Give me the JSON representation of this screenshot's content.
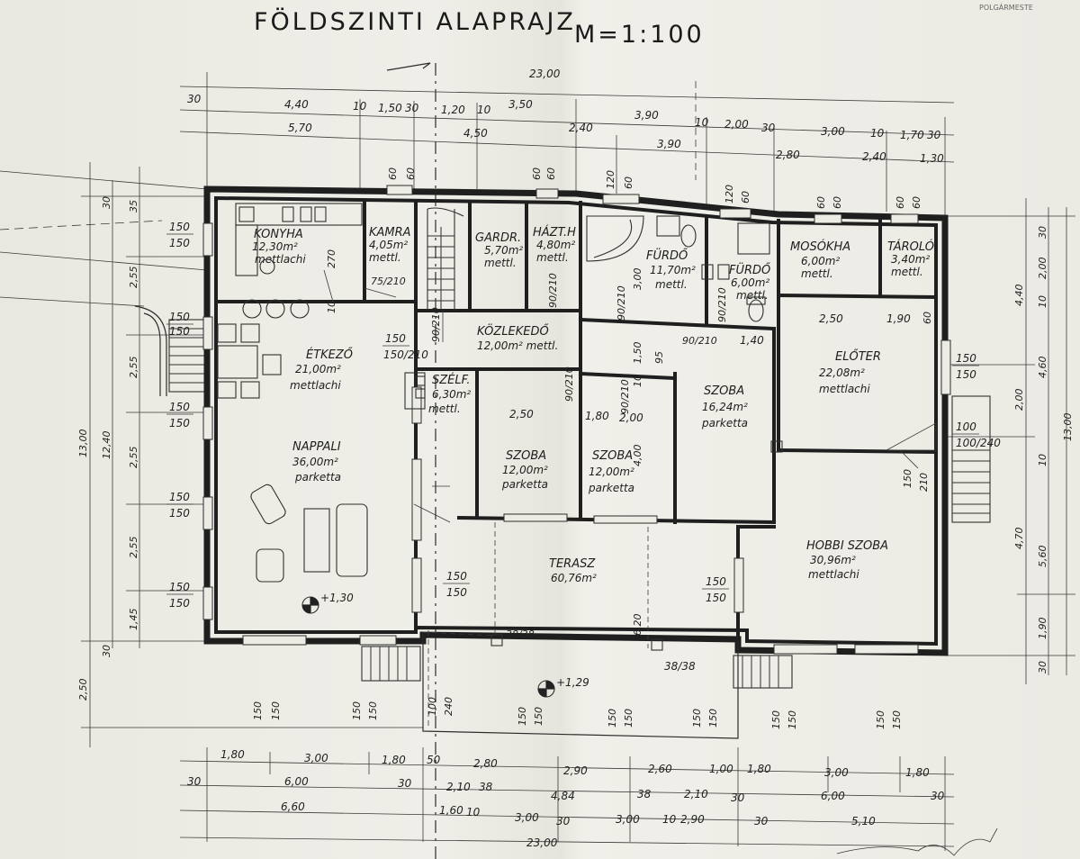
{
  "title": "FÖLDSZINTI ALAPRAJZ",
  "scale": "M=1:100",
  "stamp": "POLGÁRMESTE",
  "rooms": [
    {
      "id": "konyha",
      "name": "KONYHA",
      "area": "12,30m²",
      "material": "mettlachi"
    },
    {
      "id": "kamra",
      "name": "KAMRA",
      "area": "4,05m²",
      "material": "mettl."
    },
    {
      "id": "gardr",
      "name": "GARDR.",
      "area": "5,70m²",
      "material": "mettl."
    },
    {
      "id": "haztb",
      "name": "HÁZT.H",
      "area": "4,80m²",
      "material": "mettl."
    },
    {
      "id": "furdo1",
      "name": "FÜRDŐ",
      "area": "11,70m²",
      "material": "mettl."
    },
    {
      "id": "furdo2",
      "name": "FÜRDŐ",
      "area": "6,00m²",
      "material": "mettl."
    },
    {
      "id": "mosokha",
      "name": "MOSÓKHA",
      "area": "6,00m²",
      "material": "mettl."
    },
    {
      "id": "tarolo",
      "name": "TÁROLÓ",
      "area": "3,40m²",
      "material": "mettl."
    },
    {
      "id": "etkezo",
      "name": "ÉTKEZŐ",
      "area": "21,00m²",
      "material": "mettlachi"
    },
    {
      "id": "kozlekedo",
      "name": "KÖZLEKEDŐ",
      "area": "12,00m² mettl.",
      "material": ""
    },
    {
      "id": "szelf",
      "name": "SZÉLF.",
      "area": "6,30m²",
      "material": "mettl."
    },
    {
      "id": "szoba1",
      "name": "SZOBA",
      "area": "12,00m²",
      "material": "parketta"
    },
    {
      "id": "szoba2",
      "name": "SZOBA",
      "area": "12,00m²",
      "material": "parketta"
    },
    {
      "id": "szoba3",
      "name": "SZOBA",
      "area": "16,24m²",
      "material": "parketta"
    },
    {
      "id": "eloter",
      "name": "ELŐTER",
      "area": "22,08m²",
      "material": "mettlachi"
    },
    {
      "id": "nappali",
      "name": "NAPPALI",
      "area": "36,00m²",
      "material": "parketta"
    },
    {
      "id": "terasz",
      "name": "TERASZ",
      "area": "60,76m²",
      "material": ""
    },
    {
      "id": "hobbi",
      "name": "HOBBI SZOBA",
      "area": "30,96m²",
      "material": "mettlachi"
    }
  ],
  "levels": {
    "nappali": "+1,30",
    "terasz": "+1,29"
  },
  "dimensions": {
    "top_total": "23,00",
    "top_row1": [
      "30",
      "4,40",
      "10",
      "1,50",
      "30",
      "1,20",
      "10",
      "3,50",
      "3,90",
      "10",
      "2,00",
      "30",
      "3,00",
      "10",
      "1,70",
      "30"
    ],
    "top_row2": [
      "5,70",
      "4,50",
      "2,40",
      "3,90",
      "2,80",
      "2,40",
      "1,30"
    ],
    "top_heights": [
      "60",
      "60",
      "60",
      "60",
      "120",
      "60",
      "120",
      "60",
      "60",
      "60",
      "60",
      "60"
    ],
    "bottom_row1": [
      "1,80",
      "3,00",
      "1,80",
      "50",
      "2,80",
      "2,90",
      "2,60",
      "1,00",
      "1,80",
      "3,00",
      "1,80"
    ],
    "bottom_row2": [
      "30",
      "6,00",
      "30",
      "2,10",
      "38",
      "4,84",
      "38",
      "2,10",
      "30",
      "6,00",
      "30"
    ],
    "bottom_row3": [
      "6,60",
      "1,60",
      "10",
      "3,00",
      "30",
      "3,00",
      "10",
      "2,90",
      "30",
      "5,10"
    ],
    "bottom_total": "23,00",
    "bottom_heights": [
      "150",
      "150",
      "150",
      "150",
      "100",
      "240",
      "150",
      "150",
      "150",
      "150",
      "150",
      "150"
    ],
    "left_outer": [
      "30",
      "35",
      "2,55",
      "2,55",
      "2,55",
      "2,55",
      "1,45",
      "30",
      "2,50"
    ],
    "left_mid": [
      "12,40",
      "13,00"
    ],
    "right_outer": [
      "30",
      "2,00",
      "10",
      "4,60",
      "10",
      "5,60",
      "1,90",
      "30"
    ],
    "right_mid": [
      "4,40",
      "2,00",
      "4,70"
    ],
    "right_total": "13,00",
    "windows": [
      "150/150",
      "150/150",
      "150/150",
      "150/150",
      "150/150",
      "150/210",
      "150/150",
      "100/240",
      "150/210",
      "150/150",
      "150/150"
    ],
    "interior": [
      "270",
      "75/210",
      "10",
      "2,50",
      "1,80",
      "2,00",
      "4,00",
      "2,50",
      "1,90",
      "1,40",
      "90/210",
      "90/210",
      "90/210",
      "90/210",
      "90/210",
      "90/210",
      "90/210",
      "3,00",
      "1,50",
      "95",
      "10",
      "6,20",
      "38/38",
      "38/38",
      "60"
    ]
  }
}
